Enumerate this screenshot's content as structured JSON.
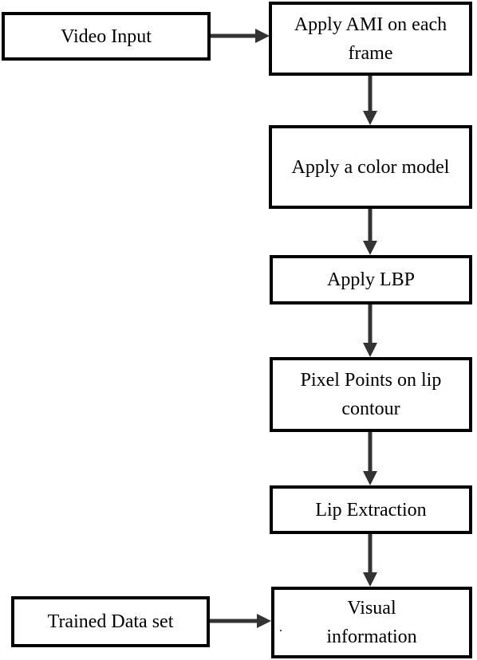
{
  "diagram": {
    "nodes": [
      {
        "id": "video_input",
        "label": "Video Input"
      },
      {
        "id": "apply_ami",
        "label": "Apply AMI on each frame"
      },
      {
        "id": "apply_color_model",
        "label": "Apply a color model"
      },
      {
        "id": "apply_lbp",
        "label": "Apply LBP"
      },
      {
        "id": "pixel_points",
        "label": "Pixel Points on lip contour"
      },
      {
        "id": "lip_extraction",
        "label": "Lip Extraction"
      },
      {
        "id": "trained_data_set",
        "label": "Trained Data set"
      },
      {
        "id": "visual_information",
        "label": "Visual information"
      }
    ],
    "edges": [
      {
        "from": "video_input",
        "to": "apply_ami"
      },
      {
        "from": "apply_ami",
        "to": "apply_color_model"
      },
      {
        "from": "apply_color_model",
        "to": "apply_lbp"
      },
      {
        "from": "apply_lbp",
        "to": "pixel_points"
      },
      {
        "from": "pixel_points",
        "to": "lip_extraction"
      },
      {
        "from": "lip_extraction",
        "to": "visual_information"
      },
      {
        "from": "trained_data_set",
        "to": "visual_information"
      }
    ],
    "stray_mark": "."
  }
}
